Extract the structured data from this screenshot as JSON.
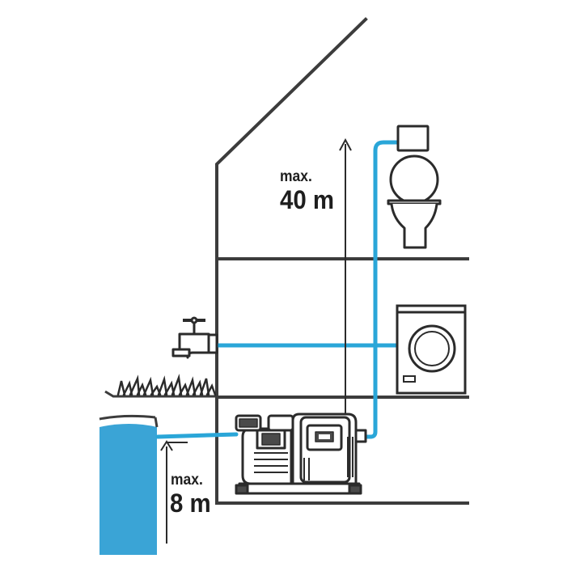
{
  "height_labels": {
    "pressure": {
      "prefix": "max.",
      "value": "40 m"
    },
    "suction": {
      "prefix": "max.",
      "value": "8 m"
    }
  },
  "colors": {
    "outline": "#3c3c3c",
    "water_pipe": "#2aa6d8",
    "water_tank": "#3aa4d6",
    "pump_dark": "#4a4a4a"
  },
  "icons": [
    "house-outline",
    "toilet-icon",
    "washing-machine-icon",
    "garden-tap-icon",
    "grass-icon",
    "water-tank-icon",
    "pump-icon"
  ]
}
